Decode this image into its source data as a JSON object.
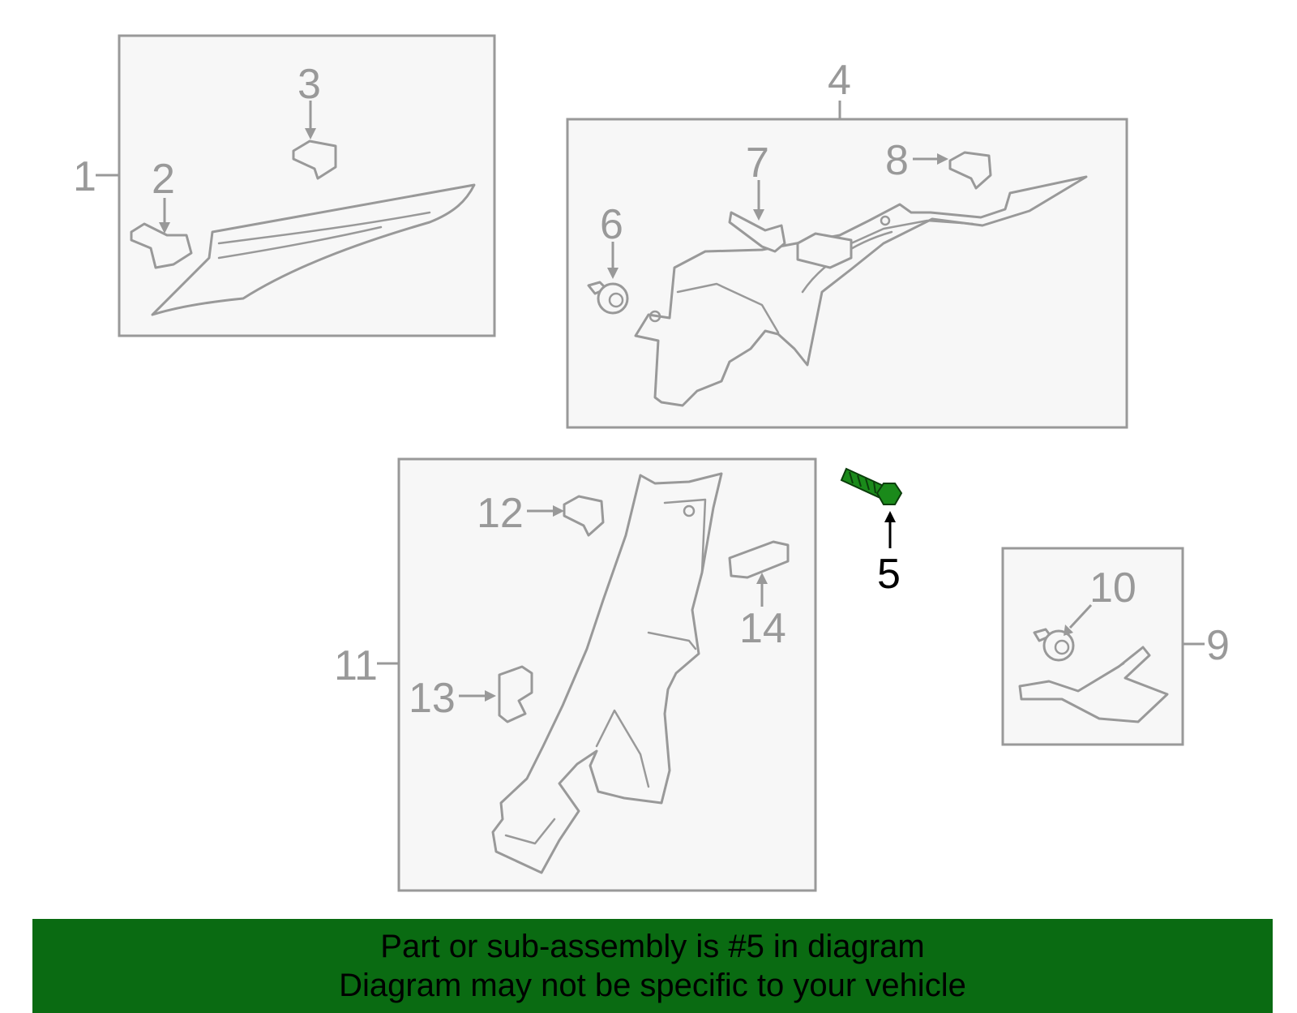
{
  "diagram": {
    "callouts": {
      "c1": "1",
      "c2": "2",
      "c3": "3",
      "c4": "4",
      "c5": "5",
      "c6": "6",
      "c7": "7",
      "c8": "8",
      "c9": "9",
      "c10": "10",
      "c11": "11",
      "c12": "12",
      "c13": "13",
      "c14": "14"
    },
    "highlighted_part": "5",
    "highlight_color": "#1a8a1a",
    "line_color": "#999999",
    "box_fill": "#f7f7f7"
  },
  "banner": {
    "line1": "Part or sub-assembly is #5 in diagram",
    "line2": "Diagram may not be specific to your vehicle",
    "background_color": "#0a6b12"
  }
}
